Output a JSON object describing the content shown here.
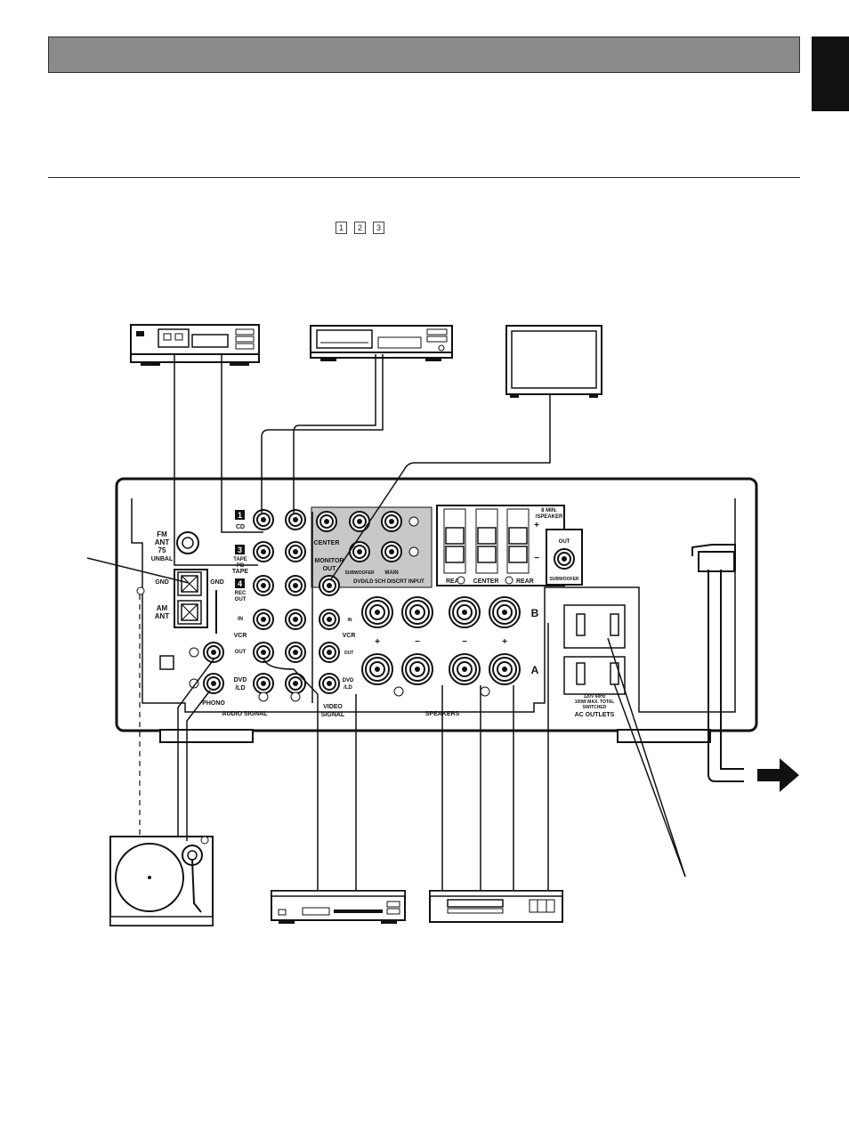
{
  "step_markers": [
    "1",
    "2",
    "3"
  ],
  "labels": {
    "fm_ant": "FM",
    "fm_ant2": "ANT",
    "fm_ant3": "75",
    "fm_unbal": "UNBAL",
    "gnd_left": "GND",
    "gnd_right": "GND",
    "am_ant": "AM",
    "am_ant2": "ANT",
    "cd_num": "1",
    "cd": "CD",
    "tape_num": "3",
    "tape_pb": "TAPE",
    "tape_pb2": "PB",
    "tape": "TAPE",
    "rec_num": "4",
    "rec_out": "REC",
    "rec_out2": "OUT",
    "in": "IN",
    "vcr": "VCR",
    "out": "OUT",
    "dvd_ld": "DVD",
    "dvd_ld2": "/LD",
    "phono": "PHONO",
    "audio_signal": "AUDIO SIGNAL",
    "video_signal": "VIDEO",
    "video_signal2": "SIGNAL",
    "center": "CENTER",
    "monitor_out": "MONITOR",
    "monitor_out2": "OUT",
    "subwoofer_in": "SUBWOOFER",
    "main": "MAIN",
    "dvd_5ch": "DVD/LD 5CH DISCRT INPUT",
    "v_in": "IN",
    "v_vcr": "VCR",
    "v_out": "OUT",
    "v_dvd": "DVD",
    "v_dvd2": "/LD",
    "min_speaker": "8  MIN.",
    "min_speaker2": "/SPEAKER",
    "rear_r": "REAR",
    "center_sp": "CENTER",
    "rear_l": "REAR",
    "speakers": "SPEAKERS",
    "spk_b": "B",
    "spk_a": "A",
    "sub_out": "OUT",
    "subwoofer": "SUBWOOFER",
    "ac_rating": "120V  60Hz",
    "ac_rating2": "100W  MAX. TOTAL",
    "ac_switched": "SWITCHED",
    "ac_outlets": "AC OUTLETS"
  }
}
